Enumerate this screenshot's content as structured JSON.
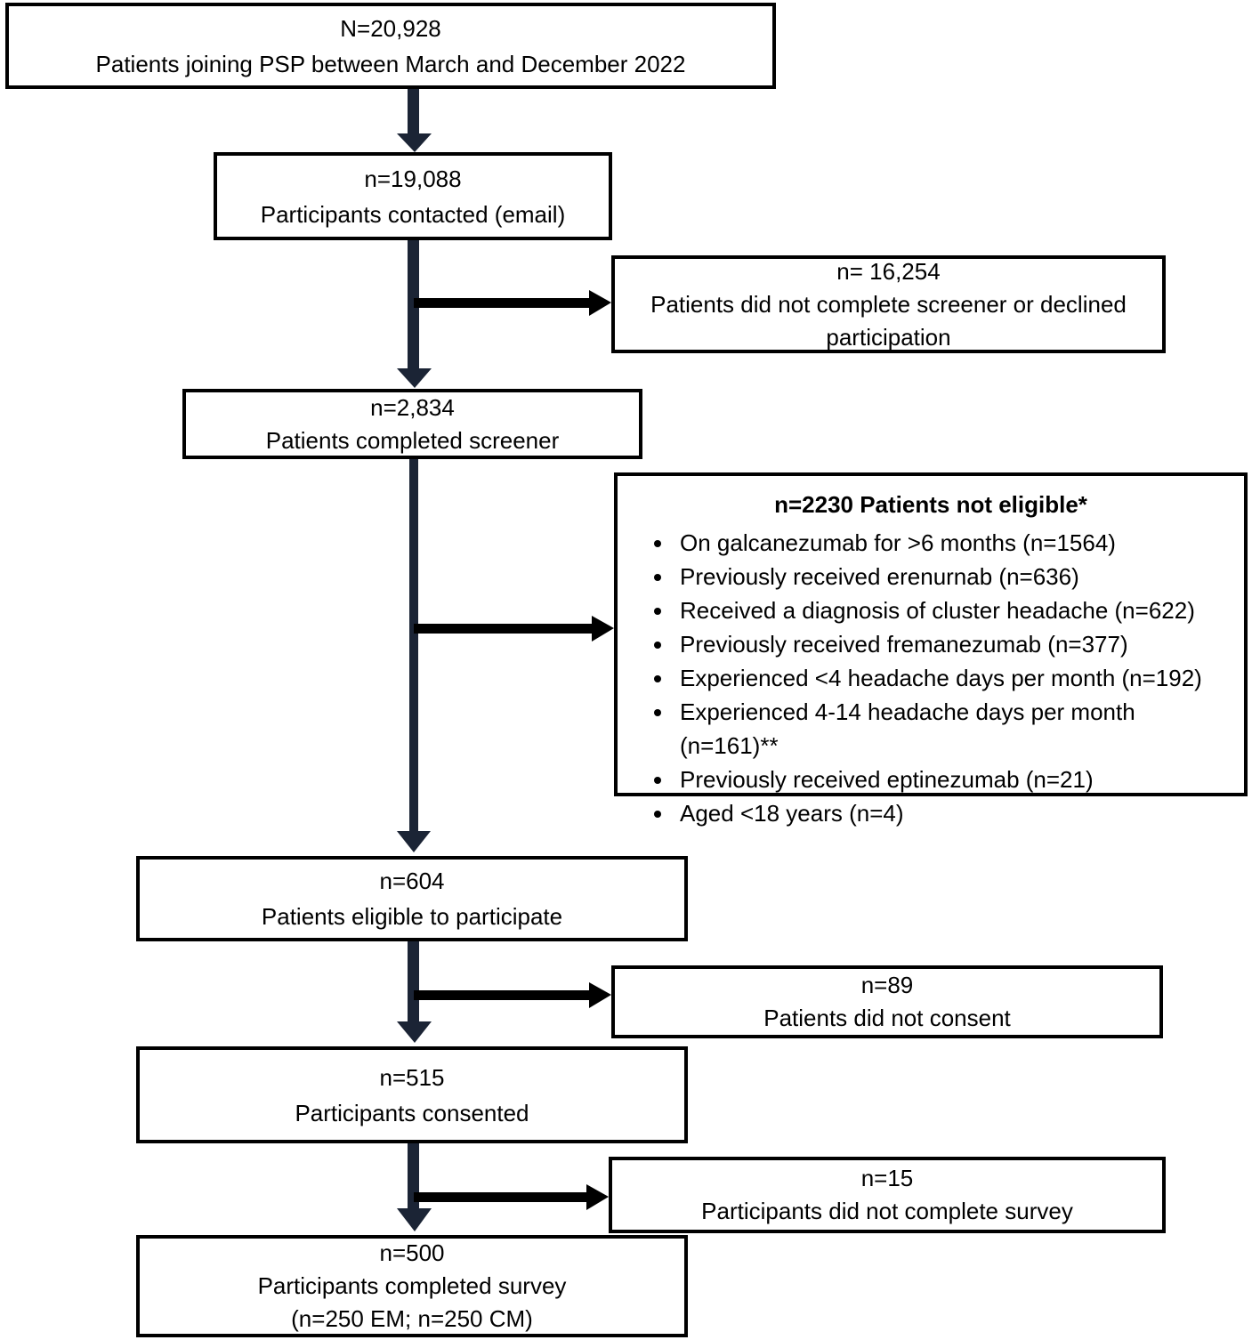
{
  "diagram": {
    "boxes": {
      "joined": {
        "line1": "N=20,928",
        "line2": "Patients joining PSP between March and December 2022"
      },
      "contacted": {
        "line1": "n=19,088",
        "line2": "Participants contacted (email)"
      },
      "no_screener": {
        "line1": "n= 16,254",
        "line2": "Patients did not complete screener or declined participation"
      },
      "completed_screener": {
        "line1": "n=2,834",
        "line2": "Patients completed screener"
      },
      "not_eligible": {
        "title": "n=2230 Patients not eligible*",
        "bullets": [
          "On galcanezumab for >6 months (n=1564)",
          "Previously received erenurnab (n=636)",
          "Received a diagnosis of cluster headache (n=622)",
          "Previously received fremanezumab (n=377)",
          "Experienced <4 headache days per month (n=192)",
          "Experienced 4-14 headache days per month (n=161)**",
          "Previously received eptinezumab (n=21)",
          "Aged <18 years (n=4)"
        ]
      },
      "eligible": {
        "line1": "n=604",
        "line2": "Patients eligible to participate"
      },
      "no_consent": {
        "line1": "n=89",
        "line2": "Patients did not consent"
      },
      "consented": {
        "line1": "n=515",
        "line2": "Participants consented"
      },
      "no_survey": {
        "line1": "n=15",
        "line2": "Participants did not complete survey"
      },
      "completed_survey": {
        "line1": "n=500",
        "line2": "Participants completed survey",
        "line3": "(n=250 EM; n=250 CM)"
      }
    },
    "colors": {
      "box_border": "#000000",
      "arrow_vertical": "#1b2435",
      "arrow_horizontal": "#000000",
      "background": "#ffffff"
    }
  }
}
